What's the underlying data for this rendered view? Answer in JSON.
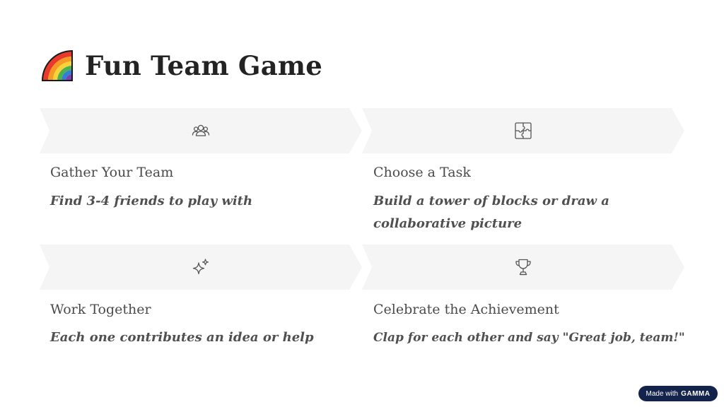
{
  "title": "Fun Team Game",
  "title_emoji": "rainbow-emoji",
  "colors": {
    "chevron_fill": "#f6f5f5",
    "icon_stroke": "#555555",
    "badge_bg": "#14234b"
  },
  "steps": [
    {
      "icon": "people-group-icon",
      "title": "Gather Your Team",
      "description": "Find 3-4 friends to play with"
    },
    {
      "icon": "puzzle-icon",
      "title": "Choose a Task",
      "description": "Build a tower of blocks or draw a collaborative picture"
    },
    {
      "icon": "sparkles-icon",
      "title": "Work Together",
      "description": "Each one contributes an idea or help"
    },
    {
      "icon": "trophy-icon",
      "title": "Celebrate the Achievement",
      "description": "Clap for each other and say \"Great job, team!\""
    }
  ],
  "badge": {
    "prefix": "Made with",
    "brand": "GAMMA"
  }
}
